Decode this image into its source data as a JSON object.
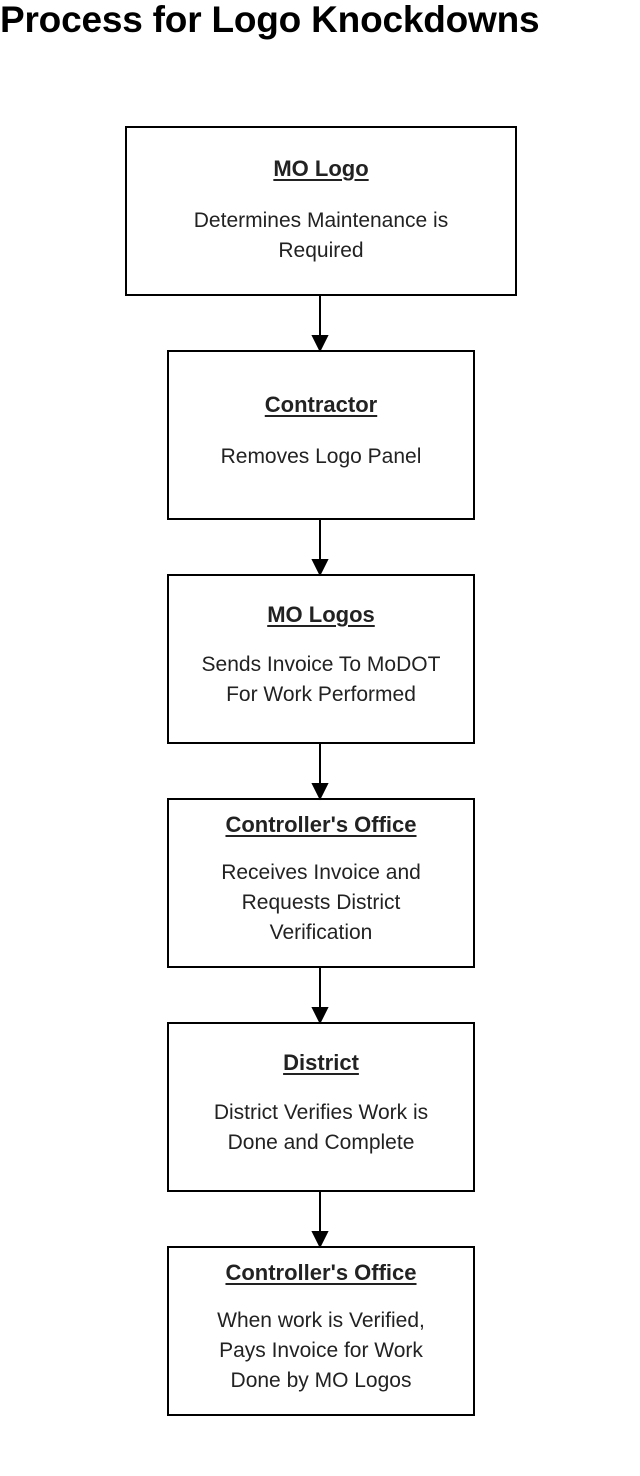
{
  "title": "Process for Logo Knockdowns",
  "steps": [
    {
      "heading": "MO Logo",
      "lines": [
        "Determines Maintenance is",
        "Required"
      ]
    },
    {
      "heading": "Contractor",
      "lines": [
        "Removes Logo Panel"
      ]
    },
    {
      "heading": "MO Logos",
      "lines": [
        "Sends Invoice To MoDOT",
        "For Work Performed"
      ]
    },
    {
      "heading": "Controller's Office",
      "lines": [
        "Receives Invoice and",
        "Requests District",
        "Verification"
      ]
    },
    {
      "heading": "District",
      "lines": [
        "District Verifies Work is",
        "Done and Complete"
      ]
    },
    {
      "heading": "Controller's Office",
      "lines": [
        "When work is Verified,",
        "Pays Invoice for Work",
        "Done by MO Logos"
      ]
    }
  ],
  "colors": {
    "border": "#000000",
    "text": "#222222",
    "background": "#ffffff"
  }
}
